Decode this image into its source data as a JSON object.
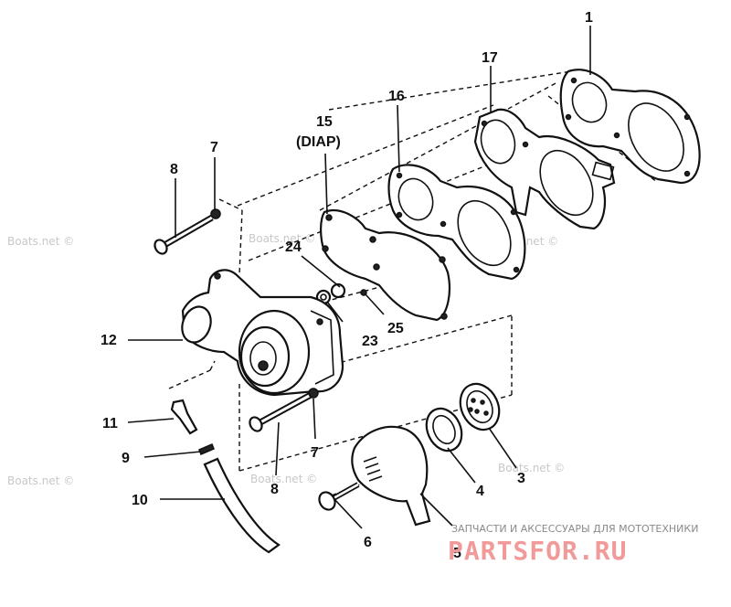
{
  "watermark": {
    "text": "Boats.net ©"
  },
  "callouts": {
    "c1": "1",
    "c17": "17",
    "c16": "16",
    "c15": "15",
    "c15_sub": "(DIAP)",
    "c7_top": "7",
    "c8_top": "8",
    "c24": "24",
    "c23": "23",
    "c25": "25",
    "c12": "12",
    "c11": "11",
    "c9": "9",
    "c10": "10",
    "c8_bottom": "8",
    "c7_bottom": "7",
    "c6": "6",
    "c5": "5",
    "c4": "4",
    "c3": "3"
  },
  "branding": {
    "tagline": "ЗАПЧАСТИ И АКСЕССУАРЫ ДЛЯ МОТОТЕХНИКИ",
    "logo": "PARTSFOR.RU"
  }
}
